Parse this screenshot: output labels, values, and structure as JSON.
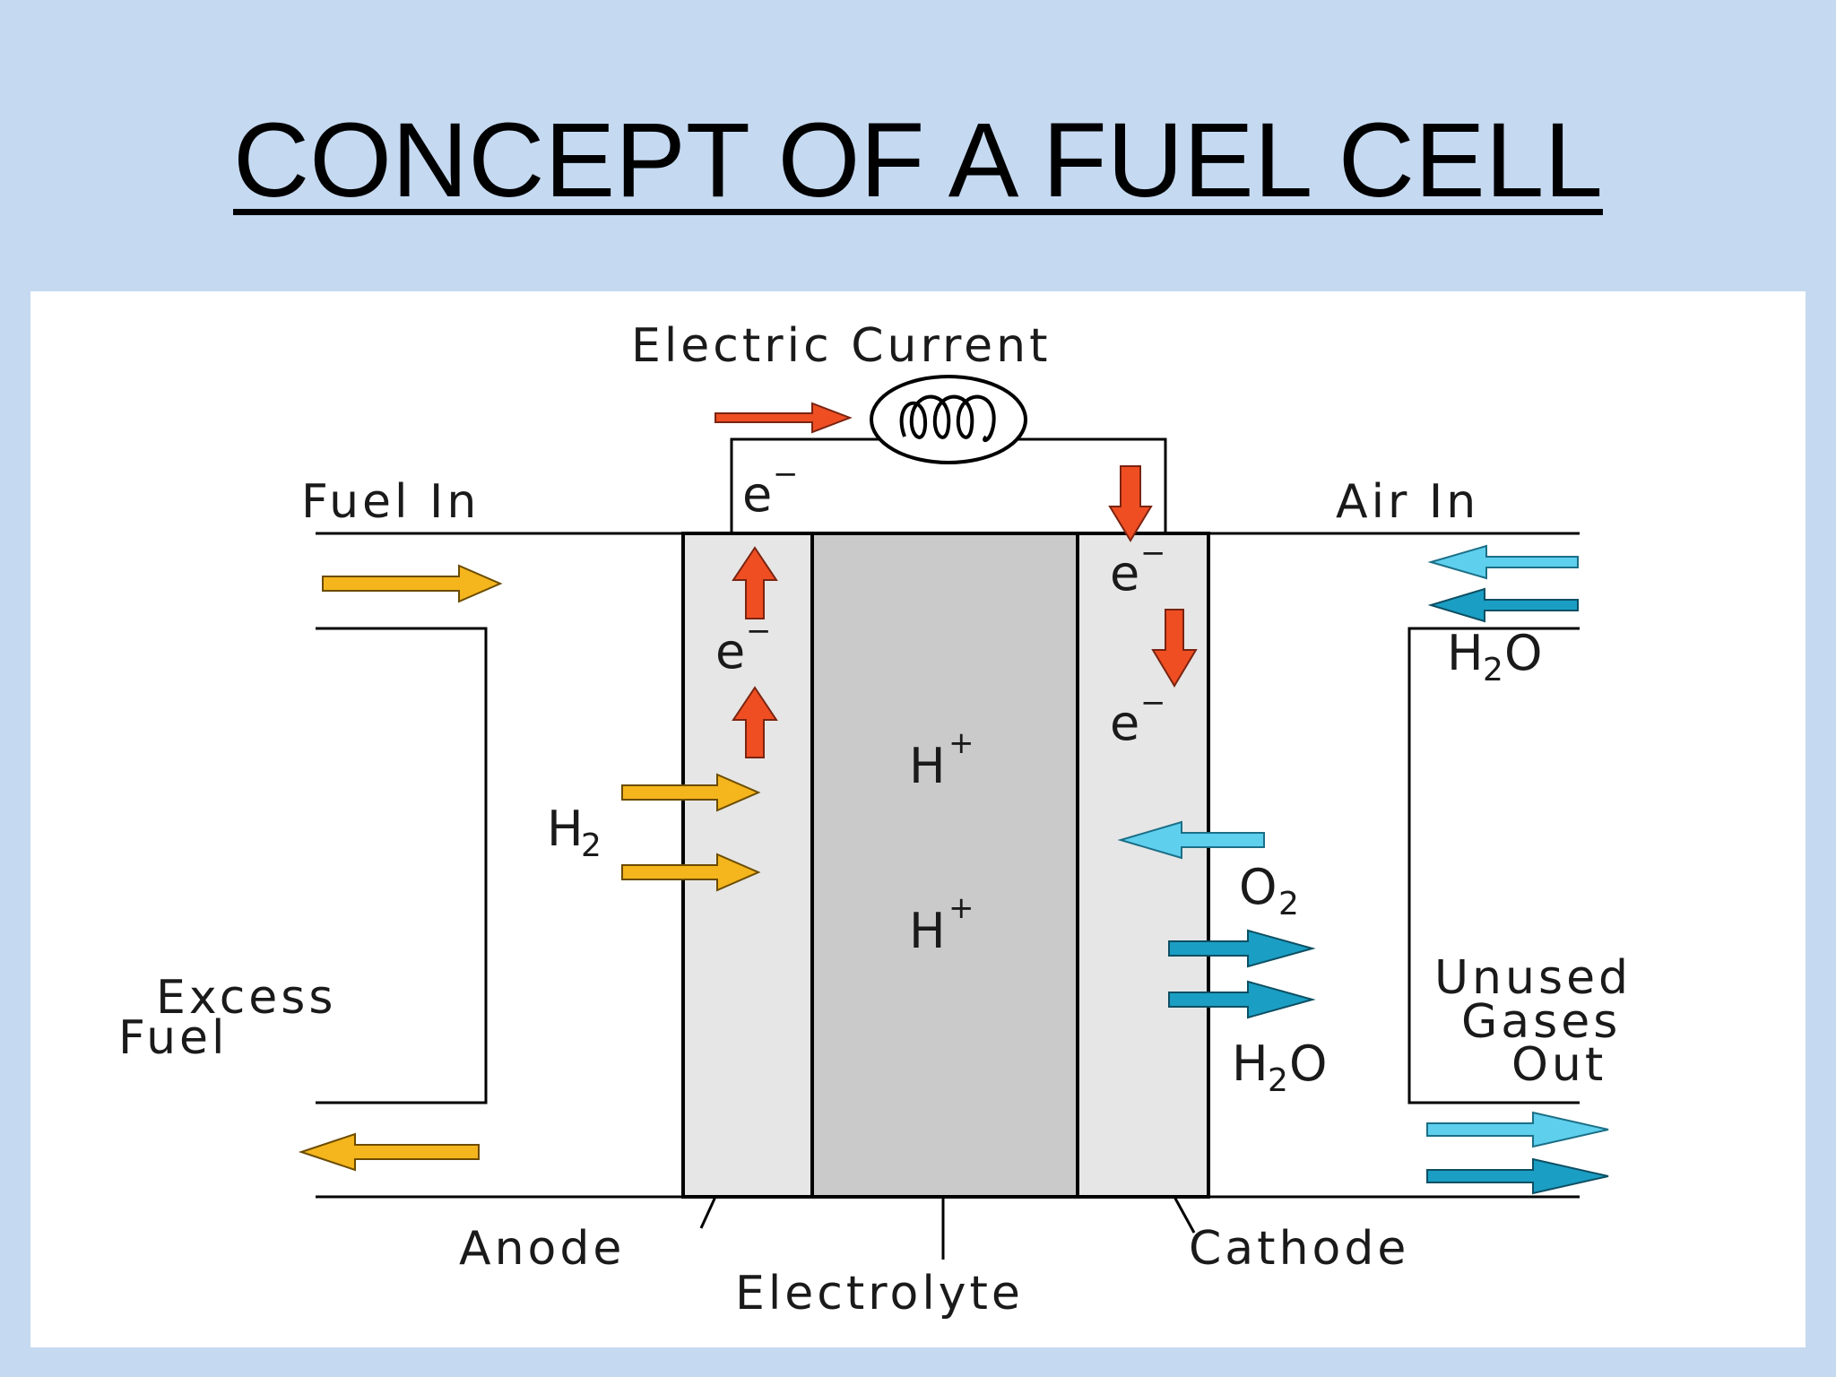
{
  "slide": {
    "title": "CONCEPT OF A FUEL CELL"
  },
  "diagram": {
    "labels": {
      "electric_current": "Electric Current",
      "fuel_in": "Fuel In",
      "air_in": "Air In",
      "excess_fuel_line1": "Excess",
      "excess_fuel_line2": "Fuel",
      "unused_gases_line1": "Unused",
      "unused_gases_line2": "Gases",
      "unused_gases_line3": "Out",
      "anode": "Anode",
      "electrolyte": "Electrolyte",
      "cathode": "Cathode"
    },
    "symbols": {
      "electron_base": "e",
      "electron_charge": "−",
      "proton_base": "H",
      "proton_charge": "+",
      "h2_base": "H",
      "h2_sub": "2",
      "o2_base": "O",
      "o2_sub": "2",
      "water_h": "H",
      "water_sub": "2",
      "water_o": "O"
    },
    "colors": {
      "background": "#c5d9f1",
      "electrode": "#e6e6e6",
      "electrolyte": "#cacaca",
      "electron_arrow": "#ef4e23",
      "fuel_arrow": "#f4b51d",
      "air_arrow": "#5fcfee",
      "water_arrow": "#1b9ec4"
    }
  }
}
